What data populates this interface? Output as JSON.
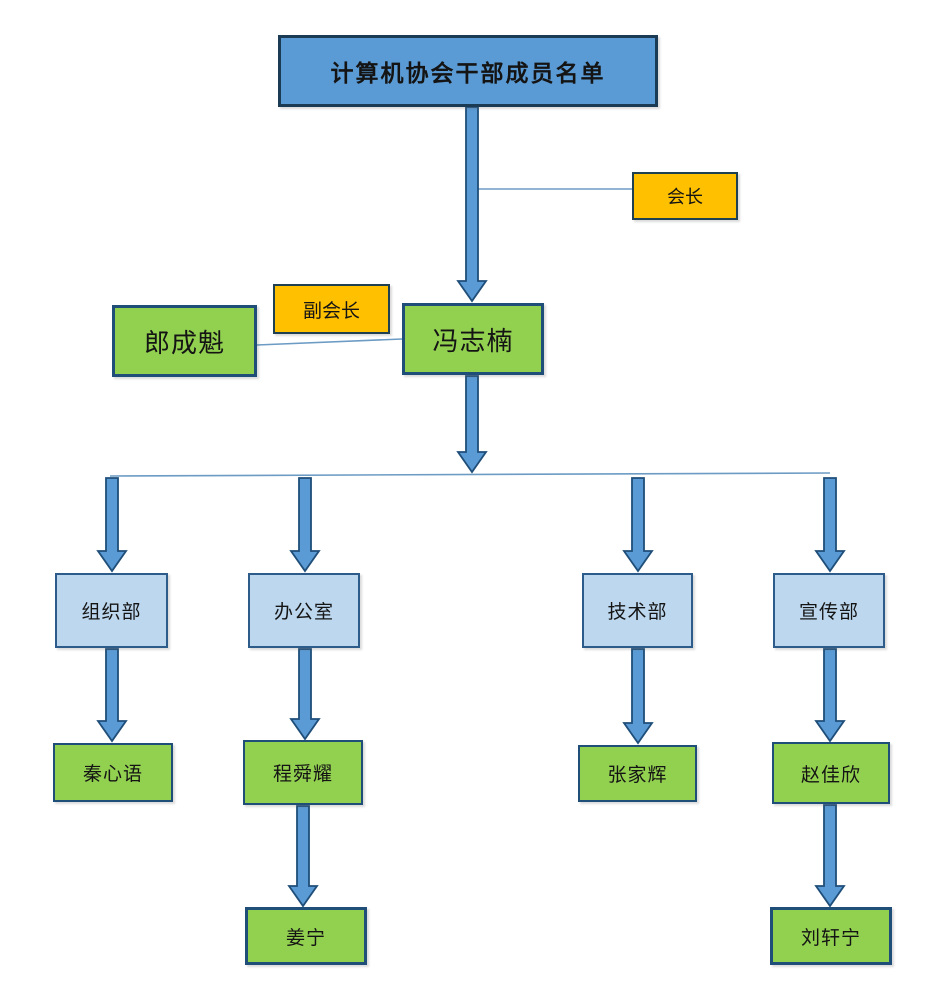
{
  "colors": {
    "background": "#ffffff",
    "text": "#141414",
    "title-fill": "#5b9bd5",
    "title-border": "#1b3a54",
    "role-fill": "#ffc000",
    "role-border": "#1f4050",
    "name-fill": "#92d050",
    "name-border": "#1f4e79",
    "dept-fill": "#bdd7ee",
    "dept-border": "#2e5c8a",
    "arrow-fill": "#5b9bd5",
    "arrow-border": "#1f4e79",
    "connector-line": "#6c9bc4"
  },
  "chart": {
    "title": "计算机协会干部成员名单",
    "president": {
      "role_label": "会长",
      "name": "冯志楠"
    },
    "vice_president": {
      "role_label": "副会长",
      "name": "郎成魁"
    },
    "departments": [
      {
        "name": "组织部",
        "members": [
          "秦心语"
        ]
      },
      {
        "name": "办公室",
        "members": [
          "程舜耀",
          "姜宁"
        ]
      },
      {
        "name": "技术部",
        "members": [
          "张家辉"
        ]
      },
      {
        "name": "宣传部",
        "members": [
          "赵佳欣",
          "刘轩宁"
        ]
      }
    ]
  }
}
